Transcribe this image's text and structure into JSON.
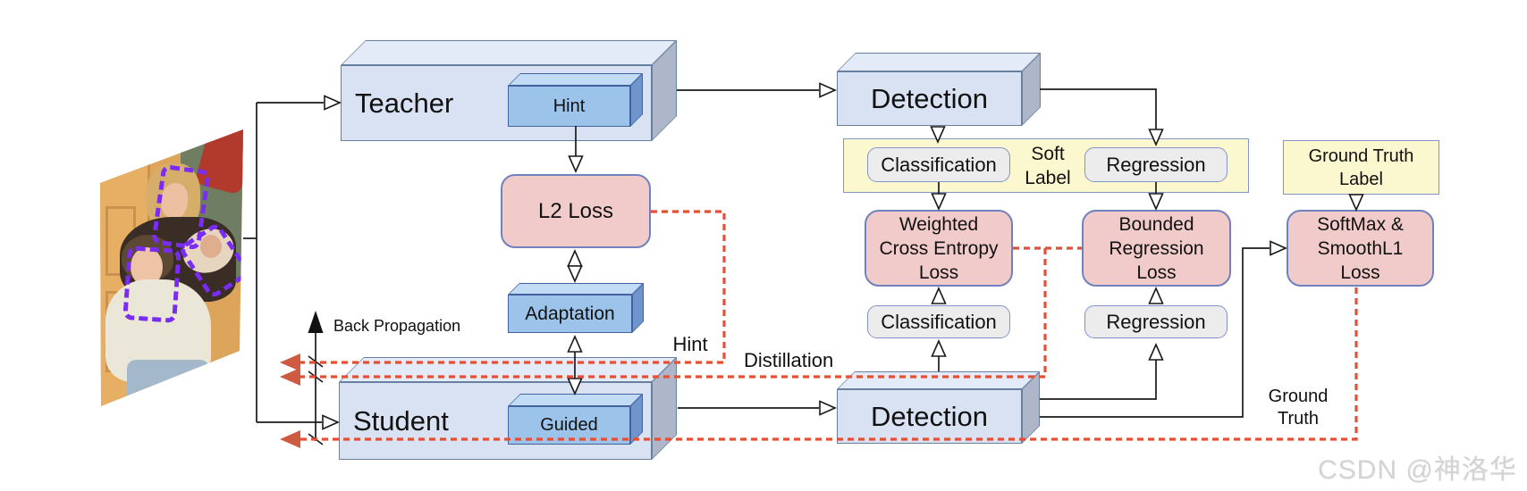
{
  "diagram_title": "Teacher-Student distillation object detection diagram",
  "nodes": {
    "teacher": "Teacher",
    "hint": "Hint",
    "detection_teacher": "Detection",
    "l2_loss": "L2 Loss",
    "adaptation": "Adaptation",
    "classification_soft": "Classification",
    "soft_label": "Soft\nLabel",
    "regression_soft": "Regression",
    "ground_truth_label": "Ground Truth\nLabel",
    "weighted_cross_entropy_loss": "Weighted\nCross Entropy\nLoss",
    "bounded_regression_loss": "Bounded\nRegression\nLoss",
    "softmax_smoothl1_loss": "SoftMax &\nSmoothL1\nLoss",
    "classification_student": "Classification",
    "regression_student": "Regression",
    "student": "Student",
    "guided": "Guided",
    "detection_student": "Detection"
  },
  "annotations": {
    "back_propagation": "Back Propagation",
    "hint_path": "Hint",
    "distillation_path": "Distillation",
    "ground_truth_path": "Ground\nTruth"
  },
  "watermark": "CSDN @神洛华",
  "colors": {
    "light_box_fill": "#d9e2f3",
    "light_box_side": "#aeb7c9",
    "mid_box_fill": "#9cc3ea",
    "pink_fill": "#f1cbc9",
    "pill_fill": "#ececec",
    "yellow_fill": "#fbf8d0",
    "node_border": "#7081bd",
    "red_dash": "#e25038",
    "red_arrow": "#cd5a41",
    "purple_bbox": "#7a2cf2",
    "line": "#1a1a1a",
    "watermark_gray": "#d3d3d3"
  }
}
